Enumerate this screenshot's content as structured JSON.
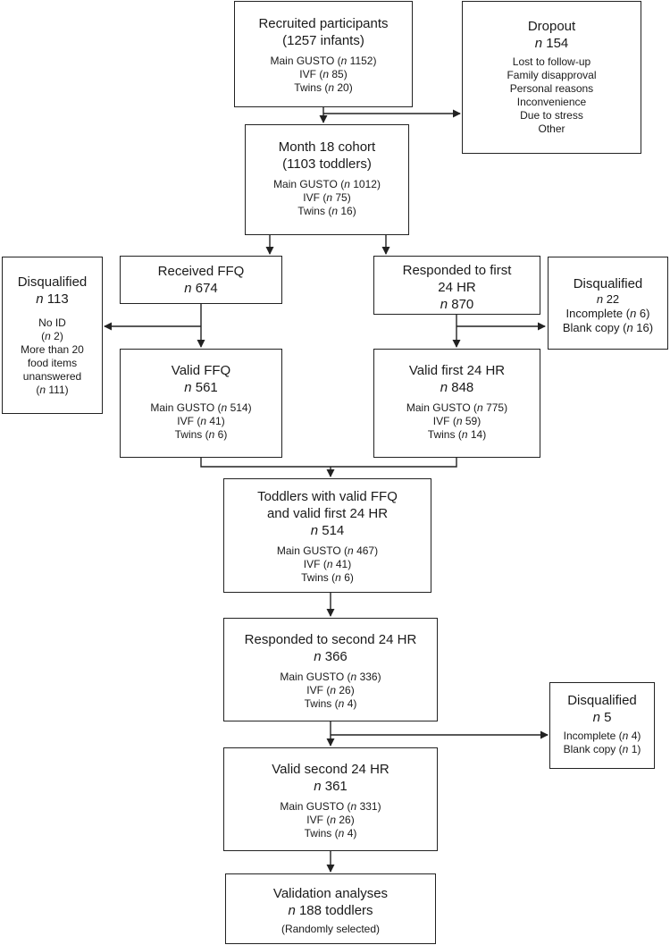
{
  "recruited": {
    "title1": "Recruited participants",
    "title2": "(1257 infants)",
    "lines": [
      {
        "label": "Main GUSTO",
        "n": "1152"
      },
      {
        "label": "IVF",
        "n": "85"
      },
      {
        "label": "Twins",
        "n": "20"
      }
    ]
  },
  "dropout": {
    "title": "Dropout",
    "n": "154",
    "reasons": [
      "Lost to follow-up",
      "Family disapproval",
      "Personal reasons",
      "Inconvenience",
      "Due to stress",
      "Other"
    ]
  },
  "month18": {
    "title1": "Month 18 cohort",
    "title2": "(1103 toddlers)",
    "lines": [
      {
        "label": "Main GUSTO",
        "n": "1012"
      },
      {
        "label": "IVF",
        "n": "75"
      },
      {
        "label": "Twins",
        "n": "16"
      }
    ]
  },
  "received_ffq": {
    "title": "Received FFQ",
    "n": "674"
  },
  "disq_ffq": {
    "title": "Disqualified",
    "n": "113",
    "l1": "No ID",
    "l2n": "2",
    "l3": "More than 20",
    "l4": "food items",
    "l5": "unanswered",
    "l6n": "111"
  },
  "responded_first": {
    "title1": "Responded to first",
    "title2": "24 HR",
    "n": "870"
  },
  "disq_first": {
    "title": "Disqualified",
    "n": "22",
    "lines": [
      {
        "label": "Incomplete",
        "n": "6"
      },
      {
        "label": "Blank copy",
        "n": "16"
      }
    ]
  },
  "valid_ffq": {
    "title": "Valid FFQ",
    "n": "561",
    "lines": [
      {
        "label": "Main GUSTO",
        "n": "514"
      },
      {
        "label": "IVF",
        "n": "41"
      },
      {
        "label": "Twins ",
        "n": "6"
      }
    ]
  },
  "valid_first": {
    "title": "Valid first 24 HR",
    "n": "848",
    "lines": [
      {
        "label": "Main GUSTO",
        "n": "775"
      },
      {
        "label": "IVF",
        "n": "59"
      },
      {
        "label": "Twins",
        "n": "14"
      }
    ]
  },
  "toddlers_valid": {
    "title1": "Toddlers with valid FFQ",
    "title2": "and valid first 24 HR",
    "n": "514",
    "lines": [
      {
        "label": "Main GUSTO",
        "n": "467"
      },
      {
        "label": "IVF",
        "n": "41"
      },
      {
        "label": "Twins",
        "n": "6"
      }
    ]
  },
  "responded_second": {
    "title": "Responded to second 24 HR",
    "n": "366",
    "lines": [
      {
        "label": "Main GUSTO",
        "n": "336"
      },
      {
        "label": "IVF",
        "n": "26"
      },
      {
        "label": "Twins",
        "n": "4"
      }
    ]
  },
  "disq_second": {
    "title": "Disqualified",
    "n": "5",
    "lines": [
      {
        "label": "Incomplete",
        "n": "4"
      },
      {
        "label": "Blank copy",
        "n": "1"
      }
    ]
  },
  "valid_second": {
    "title": "Valid second 24 HR",
    "n": "361",
    "lines": [
      {
        "label": "Main GUSTO",
        "n": "331"
      },
      {
        "label": "IVF",
        "n": "26"
      },
      {
        "label": "Twins",
        "n": "4"
      }
    ]
  },
  "validation": {
    "title": "Validation analyses",
    "n_text": "188 toddlers",
    "note": "(Randomly selected)"
  },
  "symbols": {
    "n": "n",
    "open": "(",
    "close": ")"
  }
}
